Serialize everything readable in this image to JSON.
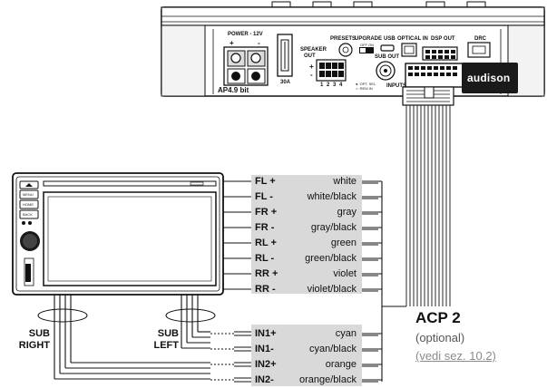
{
  "amplifier": {
    "model": "AP4.9 bit",
    "brand": "audison",
    "power_label": "POWER - 12V",
    "plus": "+",
    "minus": "-",
    "fuse_label": "30A",
    "speaker_out_label": [
      "SPEAKER",
      "OUT"
    ],
    "speaker_channels": [
      "1",
      "2",
      "3",
      "4"
    ],
    "presets_label": "PRESETS",
    "upgrade_label": "UPGRADE",
    "upgrade_switch": [
      "OFF",
      "ON"
    ],
    "usb_label": "USB",
    "optical_in_label": "OPTICAL IN",
    "dsp_out_label": "DSP OUT",
    "drc_label": "DRC",
    "sub_out_label": "SUB OUT",
    "inputs_label": "INPUTS",
    "inputs_legend": [
      "●: OPT. SEL.",
      "○: REM IN"
    ]
  },
  "head_unit": {
    "buttons": [
      "MENU",
      "HOME",
      "BACK"
    ]
  },
  "connections": [
    {
      "signal": "FL +",
      "color": "white"
    },
    {
      "signal": "FL -",
      "color": "white/black"
    },
    {
      "signal": "FR +",
      "color": "gray"
    },
    {
      "signal": "FR -",
      "color": "gray/black"
    },
    {
      "signal": "RL +",
      "color": "green"
    },
    {
      "signal": "RL -",
      "color": "green/black"
    },
    {
      "signal": "RR +",
      "color": "violet"
    },
    {
      "signal": "RR -",
      "color": "violet/black"
    }
  ],
  "inputs": [
    {
      "signal": "IN1+",
      "color": "cyan"
    },
    {
      "signal": "IN1-",
      "color": "cyan/black"
    },
    {
      "signal": "IN2+",
      "color": "orange"
    },
    {
      "signal": "IN2-",
      "color": "orange/black"
    }
  ],
  "sub_labels": {
    "right": [
      "SUB",
      "RIGHT"
    ],
    "left": [
      "SUB",
      "LEFT"
    ]
  },
  "accessory": {
    "name": "ACP 2",
    "note": "(optional)",
    "reference": "(vedi sez. 10.2)"
  },
  "colors": {
    "line": "#111111",
    "label_box": "#d9d9d9",
    "amp_brand_bg": "#1a1a1a",
    "reference_text": "#8a8a8a"
  }
}
